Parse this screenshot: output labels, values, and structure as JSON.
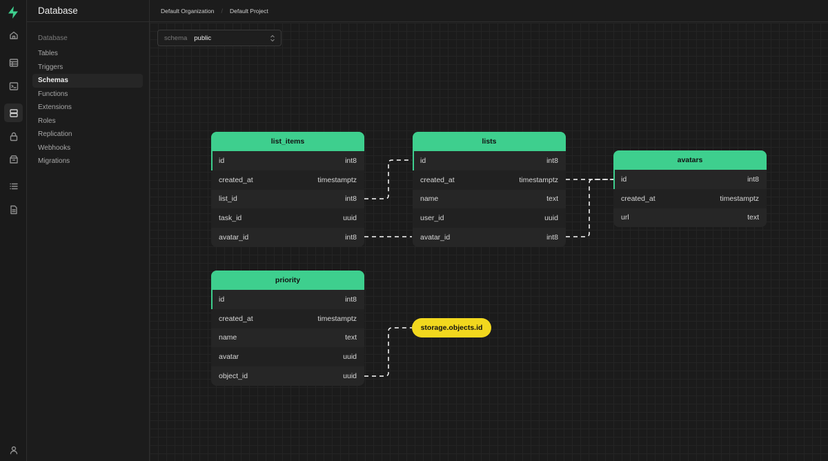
{
  "app": {
    "logo": "supabase-bolt-icon",
    "accent": "#3ecf8e",
    "external_accent": "#f2d81e"
  },
  "rail": [
    {
      "icon": "home-icon"
    },
    {
      "icon": "table-editor-icon"
    },
    {
      "icon": "sql-terminal-icon"
    },
    {
      "icon": "database-icon",
      "active": true
    },
    {
      "icon": "auth-lock-icon"
    },
    {
      "icon": "storage-archive-icon"
    },
    {
      "icon": "logs-list-icon"
    },
    {
      "icon": "docs-file-icon"
    },
    {
      "icon": "user-icon"
    }
  ],
  "sidebar": {
    "title": "Database",
    "section_label": "Database",
    "items": [
      {
        "label": "Tables"
      },
      {
        "label": "Triggers"
      },
      {
        "label": "Schemas",
        "active": true
      },
      {
        "label": "Functions"
      },
      {
        "label": "Extensions"
      },
      {
        "label": "Roles"
      },
      {
        "label": "Replication"
      },
      {
        "label": "Webhooks"
      },
      {
        "label": "Migrations"
      }
    ]
  },
  "breadcrumb": {
    "org": "Default Organization",
    "separator": "/",
    "project": "Default Project"
  },
  "schema_select": {
    "label": "schema",
    "value": "public"
  },
  "tables": {
    "list_items": {
      "name": "list_items",
      "columns": [
        {
          "name": "id",
          "type": "int8",
          "pk": true
        },
        {
          "name": "created_at",
          "type": "timestamptz"
        },
        {
          "name": "list_id",
          "type": "int8"
        },
        {
          "name": "task_id",
          "type": "uuid"
        },
        {
          "name": "avatar_id",
          "type": "int8"
        }
      ]
    },
    "lists": {
      "name": "lists",
      "columns": [
        {
          "name": "id",
          "type": "int8",
          "pk": true
        },
        {
          "name": "created_at",
          "type": "timestamptz"
        },
        {
          "name": "name",
          "type": "text"
        },
        {
          "name": "user_id",
          "type": "uuid"
        },
        {
          "name": "avatar_id",
          "type": "int8"
        }
      ]
    },
    "avatars": {
      "name": "avatars",
      "columns": [
        {
          "name": "id",
          "type": "int8",
          "pk": true
        },
        {
          "name": "created_at",
          "type": "timestamptz"
        },
        {
          "name": "url",
          "type": "text"
        }
      ]
    },
    "priority": {
      "name": "priority",
      "columns": [
        {
          "name": "id",
          "type": "int8",
          "pk": true
        },
        {
          "name": "created_at",
          "type": "timestamptz"
        },
        {
          "name": "name",
          "type": "text"
        },
        {
          "name": "avatar",
          "type": "uuid"
        },
        {
          "name": "object_id",
          "type": "uuid"
        }
      ]
    }
  },
  "external_ref": {
    "label": "storage.objects.id"
  }
}
